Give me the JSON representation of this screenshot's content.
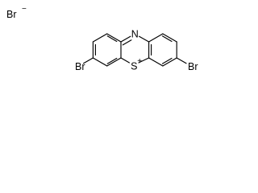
{
  "molecule": {
    "counterion": {
      "element": "Br",
      "charge": "−"
    },
    "ring_atoms": {
      "nitrogen": "N",
      "sulfur": "S",
      "sulfur_charge": "+"
    },
    "substituents": {
      "left_bromine": "Br",
      "right_bromine": "Br"
    }
  }
}
